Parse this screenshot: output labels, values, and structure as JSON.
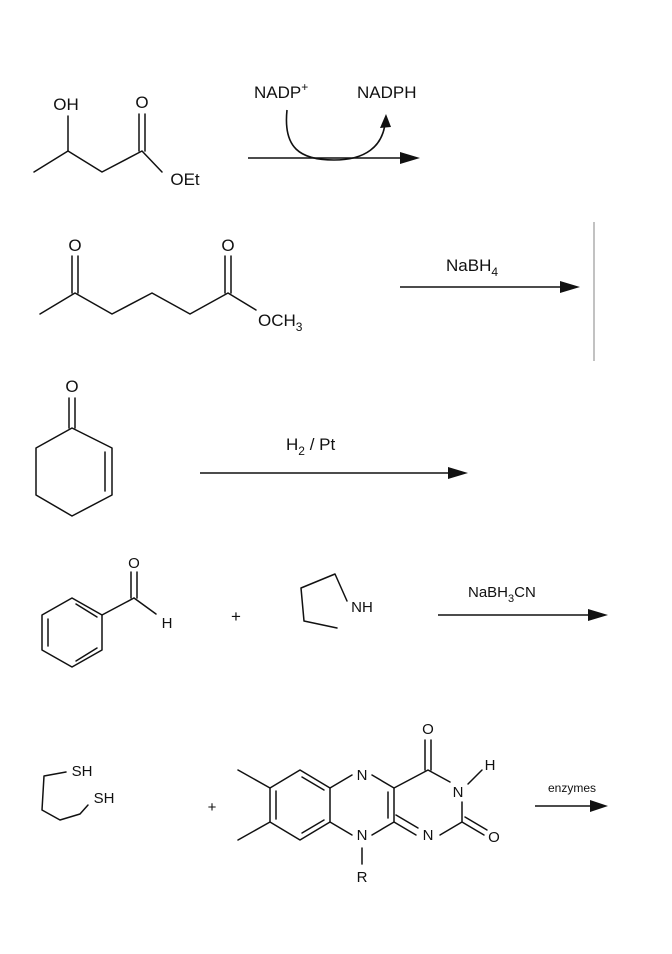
{
  "reactions": [
    {
      "substrate_labels": {
        "oh": "OH",
        "carbonyl_o": "O",
        "oet": "OEt"
      },
      "cofactor_in": "NADP",
      "cofactor_in_sup": "+",
      "cofactor_out": "NADPH"
    },
    {
      "substrate_labels": {
        "ketone_o": "O",
        "ester_o": "O",
        "methoxy": "OCH",
        "methoxy_sub": "3"
      },
      "reagent": "NaBH",
      "reagent_sub": "4"
    },
    {
      "substrate_labels": {
        "ketone_o": "O"
      },
      "reagent": "H",
      "reagent_sub": "2",
      "reagent_tail": " / Pt"
    },
    {
      "substrate_labels": {
        "aldehyde_o": "O",
        "aldehyde_h": "H",
        "amine_nh": "NH"
      },
      "plus": "+",
      "reagent": "NaBH",
      "reagent_sub": "3",
      "reagent_tail": "CN"
    },
    {
      "substrate_labels": {
        "sh_1": "SH",
        "sh_2": "SH",
        "n_top": "N",
        "n_imide": "N",
        "h_imide": "H",
        "o_top": "O",
        "o_right": "O",
        "n_bottom": "N",
        "n_r": "N",
        "r_group": "R"
      },
      "plus": "+",
      "reagent": "enzymes"
    }
  ]
}
